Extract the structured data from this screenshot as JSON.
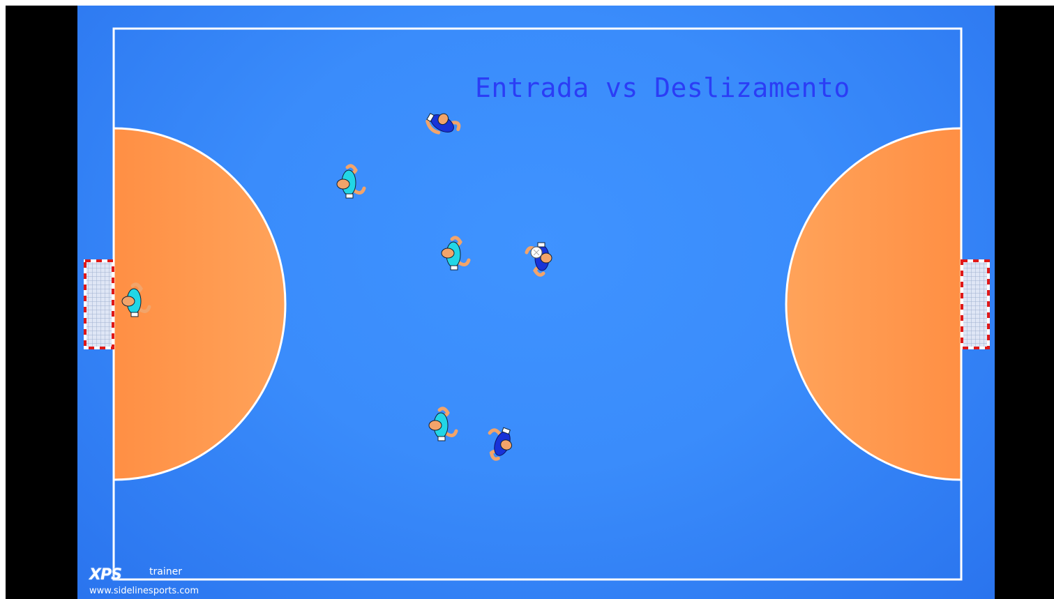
{
  "title": "Entrada vs Deslizamento",
  "branding": {
    "logo": "XPS",
    "logo_suffix": "trainer",
    "url": "www.sidelinesports.com"
  },
  "colors": {
    "court": "#3a8cfb",
    "penalty_area": "#ff9a50",
    "lines": "#ffffff",
    "title": "#2b3df5",
    "team_cyan": "#22d6e6",
    "team_blue": "#1833d8",
    "skin": "#f2a46a"
  },
  "players": [
    {
      "team": "blue",
      "facing": "down",
      "has_ball": false
    },
    {
      "team": "cyan",
      "facing": "right",
      "has_ball": false
    },
    {
      "team": "cyan",
      "facing": "right",
      "has_ball": false
    },
    {
      "team": "blue",
      "facing": "left",
      "has_ball": true
    },
    {
      "team": "cyan",
      "facing": "right",
      "has_ball": false,
      "role": "goalkeeper"
    },
    {
      "team": "cyan",
      "facing": "right",
      "has_ball": false
    },
    {
      "team": "blue",
      "facing": "left",
      "has_ball": false
    }
  ]
}
